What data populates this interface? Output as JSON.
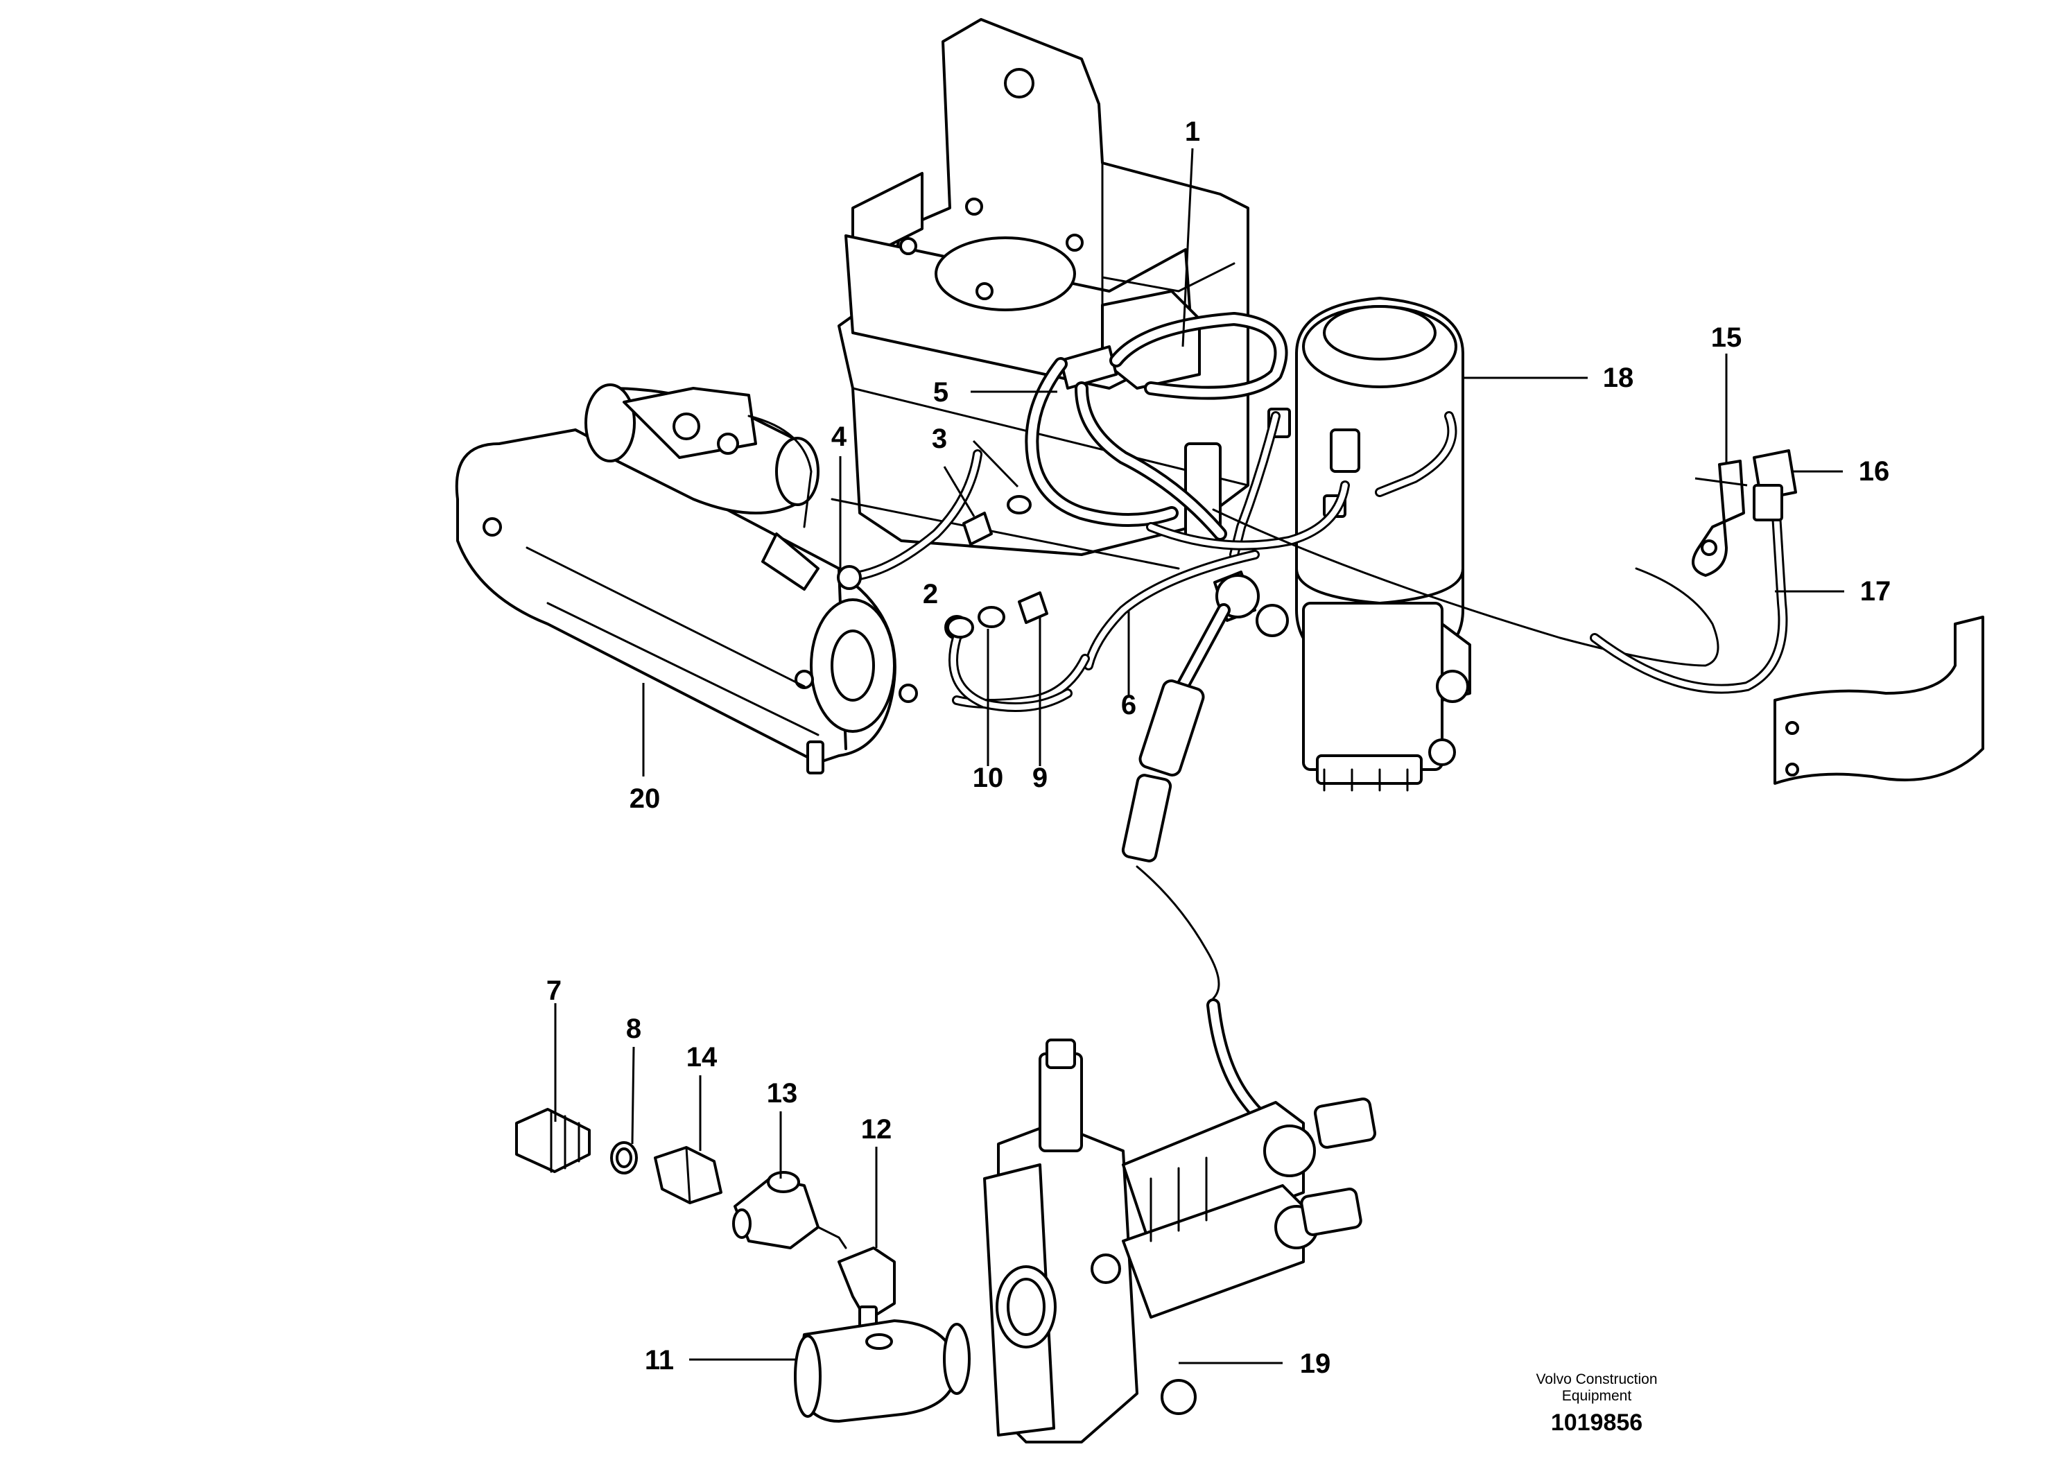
{
  "callouts": {
    "1": "1",
    "2": "2",
    "3": "3",
    "4": "4",
    "5": "5",
    "6": "6",
    "7": "7",
    "8": "8",
    "9": "9",
    "10": "10",
    "11": "11",
    "12": "12",
    "13": "13",
    "14": "14",
    "15": "15",
    "16": "16",
    "17": "17",
    "18": "18",
    "19": "19",
    "20": "20"
  },
  "footer": {
    "company_line1": "Volvo Construction",
    "company_line2": "Equipment",
    "drawing_number": "1019856"
  },
  "colors": {
    "line": "#000000",
    "background": "#ffffff"
  }
}
